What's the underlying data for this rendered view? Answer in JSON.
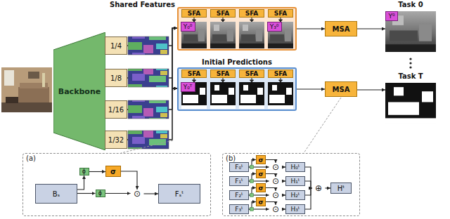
{
  "diagram": {
    "nodes": [
      {
        "text": [
          "Backbone"
        ]
      },
      {
        "text": [
          "1/4"
        ]
      },
      {
        "text": [
          "1/8"
        ]
      },
      {
        "text": [
          "1/16"
        ]
      },
      {
        "text": [
          "1/32"
        ]
      },
      {
        "text": []
      },
      {
        "text": [
          "SFA"
        ],
        "in": 5
      },
      {
        "text": [
          "SFA"
        ],
        "in": 5
      },
      {
        "text": [
          "SFA"
        ],
        "in": 5
      },
      {
        "text": [
          "SFA"
        ],
        "in": 5
      },
      {
        "text": [
          "Y₀⁰"
        ],
        "in": 5
      },
      {
        "text": [
          "Y₃⁰"
        ],
        "in": 5
      },
      {
        "text": [
          "MSA"
        ]
      },
      {
        "text": [
          "Task 0"
        ]
      },
      {
        "text": [
          "Y⁰"
        ],
        "in": 13
      },
      {
        "text": [
          "Initial Predictions"
        ]
      },
      {
        "text": [
          "SFA"
        ],
        "in": 15
      },
      {
        "text": [
          "SFA"
        ],
        "in": 15
      },
      {
        "text": [
          "SFA"
        ],
        "in": 15
      },
      {
        "text": [
          "SFA"
        ],
        "in": 15
      },
      {
        "text": [
          "Y₀ᵀ"
        ],
        "in": 15
      },
      {
        "text": [
          "MSA"
        ]
      },
      {
        "text": [
          "Task T"
        ]
      },
      {
        "text": [
          "(a)"
        ]
      },
      {
        "text": [
          "Bₛ"
        ],
        "in": 23
      },
      {
        "text": [
          "ϕ"
        ],
        "in": 23
      },
      {
        "text": [
          "ϕ"
        ],
        "in": 23
      },
      {
        "text": [
          "σ"
        ],
        "in": 23
      },
      {
        "text": [
          "⊙"
        ],
        "in": 23
      },
      {
        "text": [
          "Fₛᵗ"
        ],
        "in": 23
      },
      {
        "text": [
          "(b)"
        ]
      },
      {
        "text": [
          "F₀ᵗ"
        ],
        "in": 30
      },
      {
        "text": [
          "F₁ᵗ"
        ],
        "in": 30
      },
      {
        "text": [
          "F₂ᵗ"
        ],
        "in": 30
      },
      {
        "text": [
          "F₃ᵗ"
        ],
        "in": 30
      },
      {
        "text": [
          "σ"
        ],
        "in": 30
      },
      {
        "text": [
          "σ"
        ],
        "in": 30
      },
      {
        "text": [
          "σ"
        ],
        "in": 30
      },
      {
        "text": [
          "σ"
        ],
        "in": 30
      },
      {
        "text": [
          "⊙"
        ],
        "in": 30
      },
      {
        "text": [
          "⊙"
        ],
        "in": 30
      },
      {
        "text": [
          "⊙"
        ],
        "in": 30
      },
      {
        "text": [
          "⊙"
        ],
        "in": 30
      },
      {
        "text": [
          "H₀ᵗ"
        ],
        "in": 30
      },
      {
        "text": [
          "H₁ᵗ"
        ],
        "in": 30
      },
      {
        "text": [
          "H₂ᵗ"
        ],
        "in": 30
      },
      {
        "text": [
          "H₃ᵗ"
        ],
        "in": 30
      },
      {
        "text": [
          "⊕"
        ],
        "in": 30
      },
      {
        "text": [
          "Hᵗ"
        ],
        "in": 30
      }
    ],
    "edges": [
      {
        "from": 1,
        "to": 5,
        "arrow": "to"
      },
      {
        "from": 2,
        "to": 5,
        "arrow": "to"
      },
      {
        "from": 3,
        "to": 5,
        "arrow": "to"
      },
      {
        "from": 4,
        "to": 5,
        "arrow": "to"
      },
      {
        "from": 1,
        "to": 15,
        "arrow": "to"
      },
      {
        "from": 2,
        "to": 15,
        "arrow": "to"
      },
      {
        "from": 3,
        "to": 15,
        "arrow": "to"
      },
      {
        "from": 4,
        "to": 15,
        "arrow": "to"
      },
      {
        "from": 5,
        "to": 12,
        "arrow": "to"
      },
      {
        "from": 12,
        "to": 13,
        "arrow": "to"
      },
      {
        "from": 15,
        "to": 21,
        "arrow": "to"
      },
      {
        "from": 21,
        "to": 22,
        "arrow": "to"
      },
      {
        "from": 24,
        "to": 25,
        "arrow": "to"
      },
      {
        "from": 25,
        "to": 27,
        "arrow": "to"
      },
      {
        "from": 27,
        "to": 28,
        "arrow": "to"
      },
      {
        "from": 24,
        "to": 26,
        "arrow": "to"
      },
      {
        "from": 26,
        "to": 28,
        "arrow": "to"
      },
      {
        "from": 28,
        "to": 29,
        "arrow": "to"
      },
      {
        "from": 31,
        "to": 35,
        "arrow": "to"
      },
      {
        "from": 31,
        "to": 39,
        "arrow": "to"
      },
      {
        "from": 35,
        "to": 39,
        "arrow": "to"
      },
      {
        "from": 39,
        "to": 43,
        "arrow": "to"
      },
      {
        "from": 43,
        "to": 47,
        "arrow": "to"
      },
      {
        "from": 32,
        "to": 36,
        "arrow": "to"
      },
      {
        "from": 32,
        "to": 40,
        "arrow": "to"
      },
      {
        "from": 36,
        "to": 40,
        "arrow": "to"
      },
      {
        "from": 40,
        "to": 44,
        "arrow": "to"
      },
      {
        "from": 44,
        "to": 47,
        "arrow": "to"
      },
      {
        "from": 33,
        "to": 37,
        "arrow": "to"
      },
      {
        "from": 33,
        "to": 41,
        "arrow": "to"
      },
      {
        "from": 37,
        "to": 41,
        "arrow": "to"
      },
      {
        "from": 41,
        "to": 45,
        "arrow": "to"
      },
      {
        "from": 45,
        "to": 47,
        "arrow": "to"
      },
      {
        "from": 34,
        "to": 38,
        "arrow": "to"
      },
      {
        "from": 34,
        "to": 42,
        "arrow": "to"
      },
      {
        "from": 38,
        "to": 42,
        "arrow": "to"
      },
      {
        "from": 42,
        "to": 46,
        "arrow": "to"
      },
      {
        "from": 46,
        "to": 47,
        "arrow": "to"
      },
      {
        "from": 47,
        "to": 48,
        "arrow": "to"
      }
    ],
    "labels": [
      "Shared Features"
    ]
  }
}
